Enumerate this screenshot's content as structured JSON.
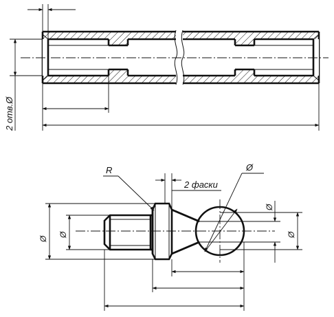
{
  "tube": {
    "holes_label": "2 отв.Ø"
  },
  "ball_pin": {
    "radius_label": "R",
    "chamfers_label": "2 фаски",
    "ball_diameter_label": "Ø",
    "left_outer_diameter_label": "Ø",
    "left_inner_diameter_label": "Ø",
    "right_upper_diameter_label": "Ø",
    "right_lower_diameter_label": "Ø"
  },
  "colors": {
    "line": "#111111",
    "background": "#ffffff"
  }
}
